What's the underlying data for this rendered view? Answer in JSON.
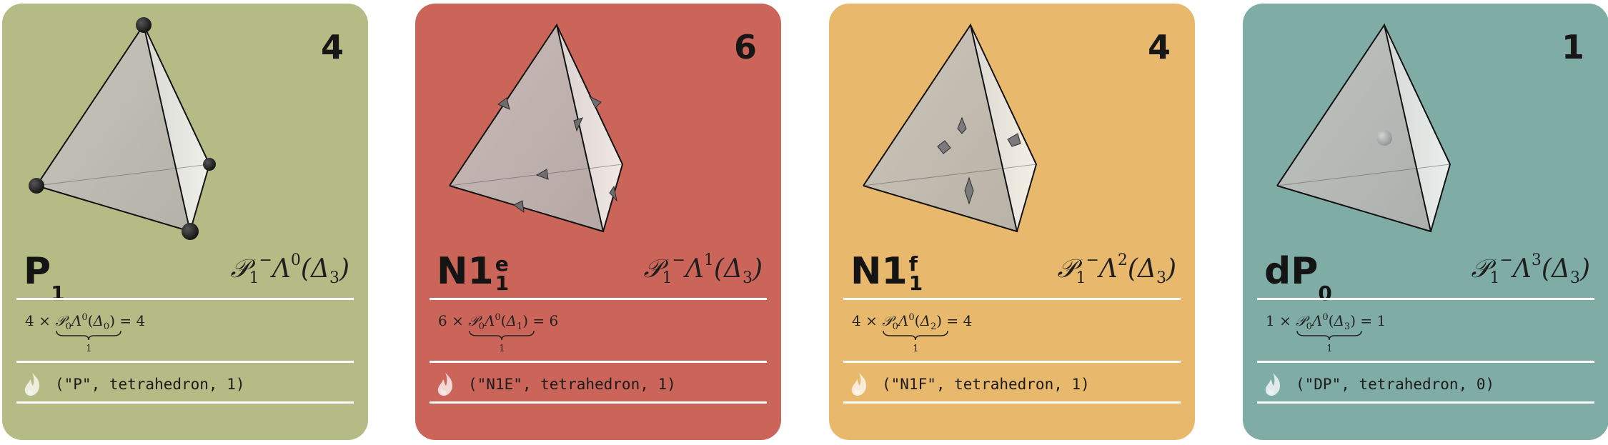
{
  "cards": [
    {
      "dofs": "4",
      "name": {
        "base": "P",
        "sub": "1",
        "sup": ""
      },
      "space": {
        "lambda_power": "0"
      },
      "formula": {
        "count": "4",
        "simplex": "0",
        "result": "4",
        "brace_label": "1"
      },
      "code": "(\"P\", tetrahedron, 1)",
      "bg": "#b5bb84",
      "dof_marker": "vertex-dot"
    },
    {
      "dofs": "6",
      "name": {
        "base": "N1",
        "sub": "1",
        "sup": "e"
      },
      "space": {
        "lambda_power": "1"
      },
      "formula": {
        "count": "6",
        "simplex": "1",
        "result": "6",
        "brace_label": "1"
      },
      "code": "(\"N1E\", tetrahedron, 1)",
      "bg": "#cb6459",
      "dof_marker": "edge-cone"
    },
    {
      "dofs": "4",
      "name": {
        "base": "N1",
        "sub": "1",
        "sup": "f"
      },
      "space": {
        "lambda_power": "2"
      },
      "formula": {
        "count": "4",
        "simplex": "2",
        "result": "4",
        "brace_label": "1"
      },
      "code": "(\"N1F\", tetrahedron, 1)",
      "bg": "#e8b96c",
      "dof_marker": "face-cone"
    },
    {
      "dofs": "1",
      "name": {
        "base": "dP",
        "sub": "0",
        "sup": ""
      },
      "space": {
        "lambda_power": "3"
      },
      "formula": {
        "count": "1",
        "simplex": "3",
        "result": "1",
        "brace_label": "1"
      },
      "code": "(\"DP\", tetrahedron, 0)",
      "bg": "#7fada6",
      "dof_marker": "interior-ball"
    }
  ],
  "flame_icon": "basix-flame-icon"
}
